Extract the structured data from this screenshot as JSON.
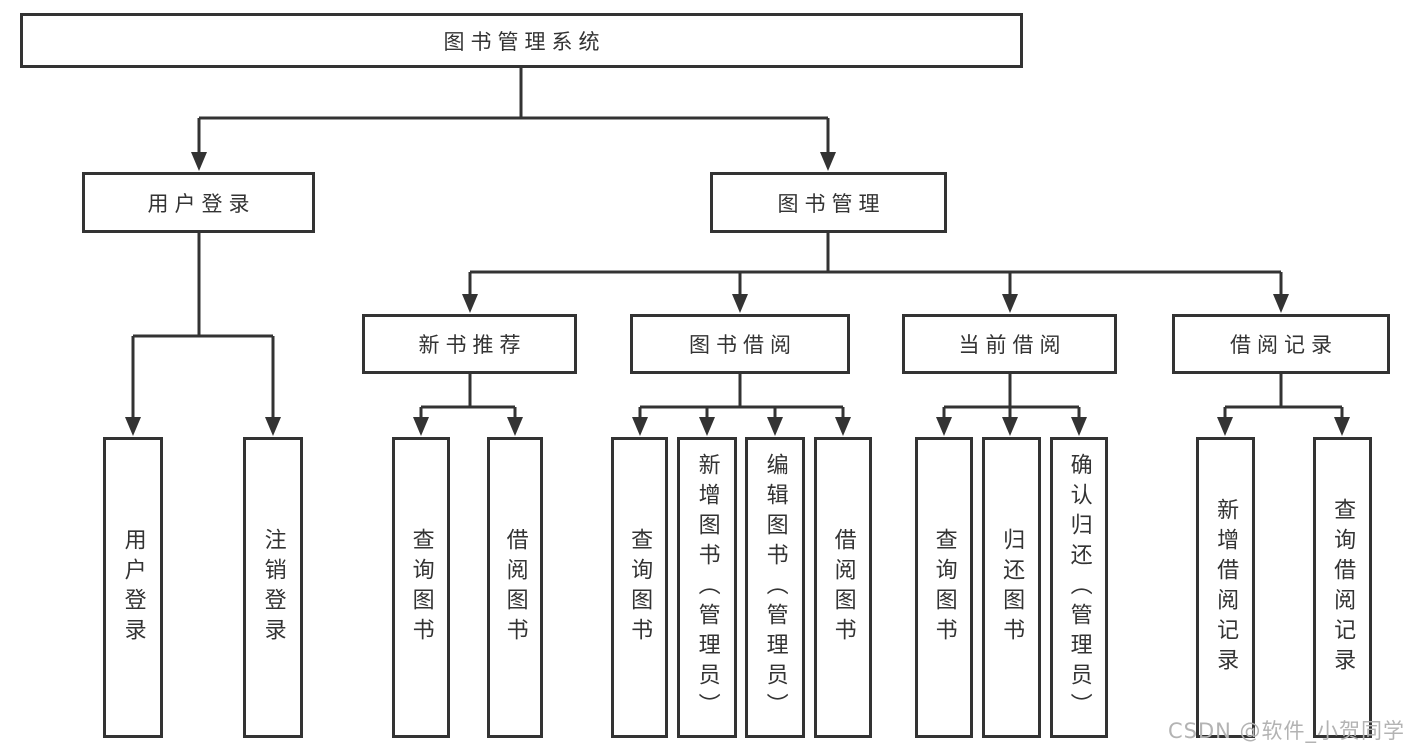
{
  "nodes": {
    "root": "图书管理系统",
    "user_login_branch": "用户登录",
    "book_mgmt_branch": "图书管理",
    "new_book_rec": "新书推荐",
    "book_borrow": "图书借阅",
    "current_borrow": "当前借阅",
    "borrow_records": "借阅记录",
    "user_login": "用户登录",
    "logout": "注销登录",
    "nb_query": "查询图书",
    "nb_borrow": "借阅图书",
    "bb_query": "查询图书",
    "bb_add": "新增图书（管理员）",
    "bb_edit": "编辑图书（管理员）",
    "bb_borrow": "借阅图书",
    "cb_query": "查询图书",
    "cb_return": "归还图书",
    "cb_confirm": "确认归还（管理员）",
    "br_add": "新增借阅记录",
    "br_query": "查询借阅记录"
  },
  "colors": {
    "line": "#333333",
    "text": "#333333",
    "box_background": "#ffffff",
    "watermark": "#b3b3b3"
  },
  "watermark": "CSDN @软件_小贺同学"
}
